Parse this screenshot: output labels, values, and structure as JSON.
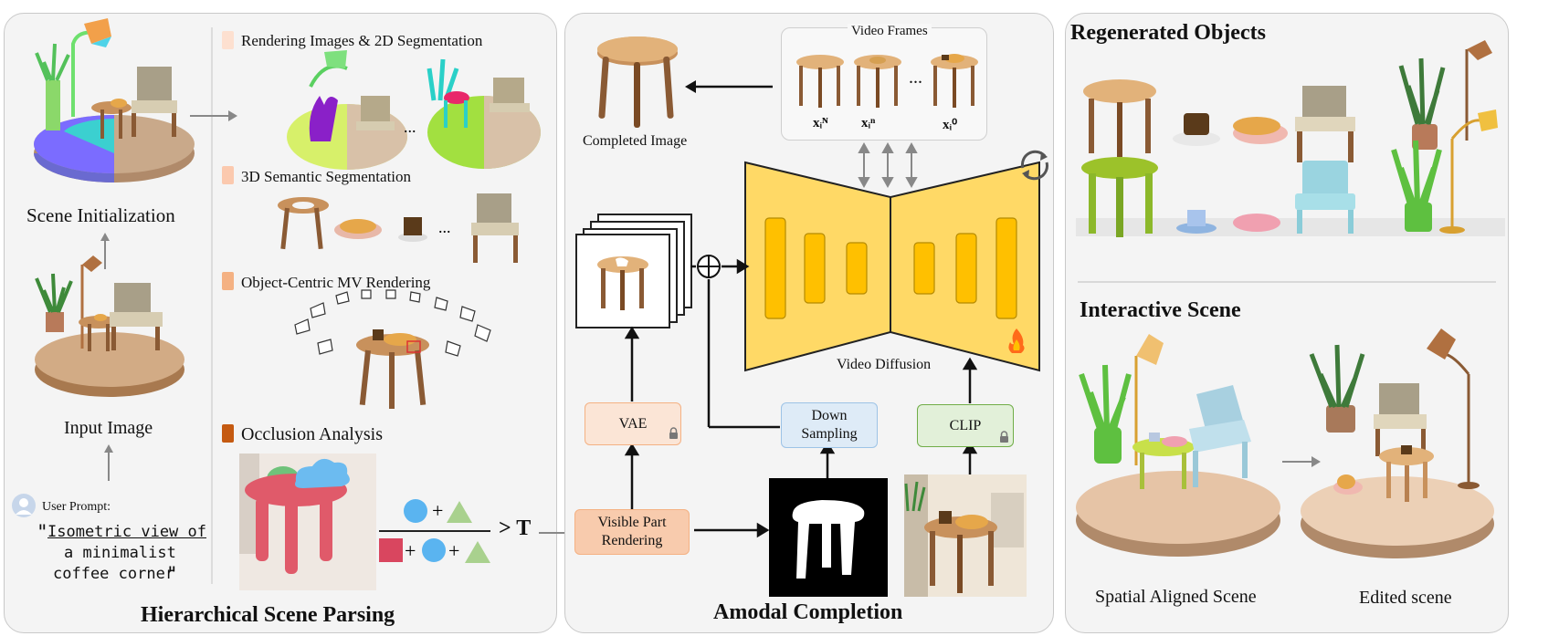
{
  "colors": {
    "panel_bg": "#f4f4f4",
    "panel_border": "#c9c9c9",
    "unet_fill": "#ffd966",
    "unet_block": "#ffc000",
    "vae_fill": "#fbe5d6",
    "vae_border": "#f4b183",
    "down_fill": "#deebf7",
    "down_border": "#9dc3e6",
    "clip_fill": "#e2f0d9",
    "clip_border": "#70ad47",
    "visible_fill": "#f8cbad",
    "legend_1": "#fde0d0",
    "legend_2": "#fbc9ae",
    "legend_3": "#f4b183",
    "legend_4": "#c55a11",
    "shape_blue": "#5ab4f0",
    "shape_green": "#a9d18e",
    "shape_red": "#d9465f"
  },
  "left_panel": {
    "title": "Hierarchical Scene Parsing",
    "scene_initialization": "Scene Initialization",
    "input_image": "Input Image",
    "user_prompt_label": "User Prompt:",
    "prompt_line1": "Isometric view of",
    "prompt_line2": "a minimalist",
    "prompt_line3": "coffee corner",
    "step1": "Rendering Images & 2D Segmentation",
    "step2": "3D Semantic Segmentation",
    "step3": "Object-Centric MV Rendering",
    "step4": "Occlusion Analysis",
    "ellipsis": "...",
    "threshold": "> T"
  },
  "middle_panel": {
    "title": "Amodal Completion",
    "video_frames": "Video Frames",
    "completed_image": "Completed Image",
    "frame_label_1": "xᵢᴺ",
    "frame_label_2": "xᵢⁿ",
    "frame_label_3": "xᵢ⁰",
    "ellipsis": "...",
    "video_diffusion": "Video Diffusion",
    "vae": "VAE",
    "down_sampling": "Down Sampling",
    "clip": "CLIP",
    "visible_part_rendering": "Visible Part Rendering"
  },
  "right_panel": {
    "regenerated_objects": "Regenerated Objects",
    "interactive_scene": "Interactive Scene",
    "spatial_aligned_scene": "Spatial Aligned Scene",
    "edited_scene": "Edited scene"
  }
}
